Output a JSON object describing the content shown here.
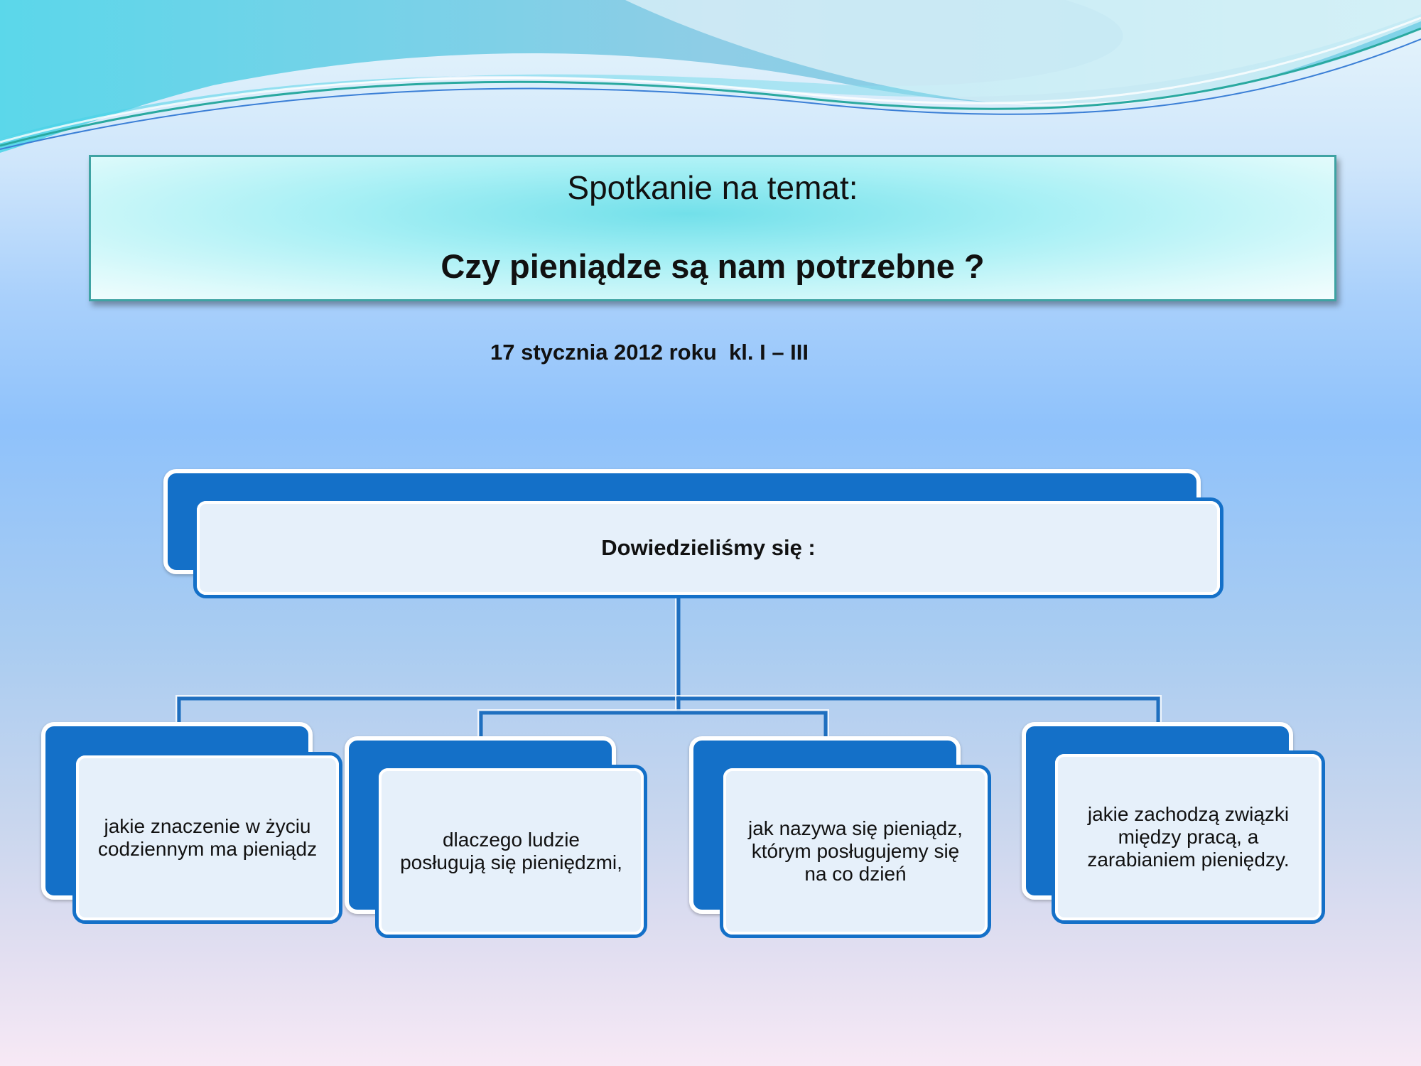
{
  "title": {
    "line1": "Spotkanie na temat:",
    "line2": "Czy pieniądze są nam potrzebne ?"
  },
  "date": "17 stycznia 2012 roku  kl. I – III",
  "diagram": {
    "root": "Dowiedzieliśmy się :",
    "children": [
      [
        "jakie znaczenie w życiu",
        "codziennym ma pieniądz"
      ],
      [
        "dlaczego ludzie",
        "posługują się pieniędzmi,"
      ],
      [
        "jak nazywa się pieniądz,",
        "którym posługujemy się",
        "na co dzień"
      ],
      [
        "jakie zachodzą związki",
        "między pracą,  a",
        "zarabianiem pieniędzy."
      ]
    ]
  },
  "colors": {
    "accent": "#1470c8",
    "card_fill": "#e6f0fa",
    "title_border": "#3fa3a3"
  }
}
